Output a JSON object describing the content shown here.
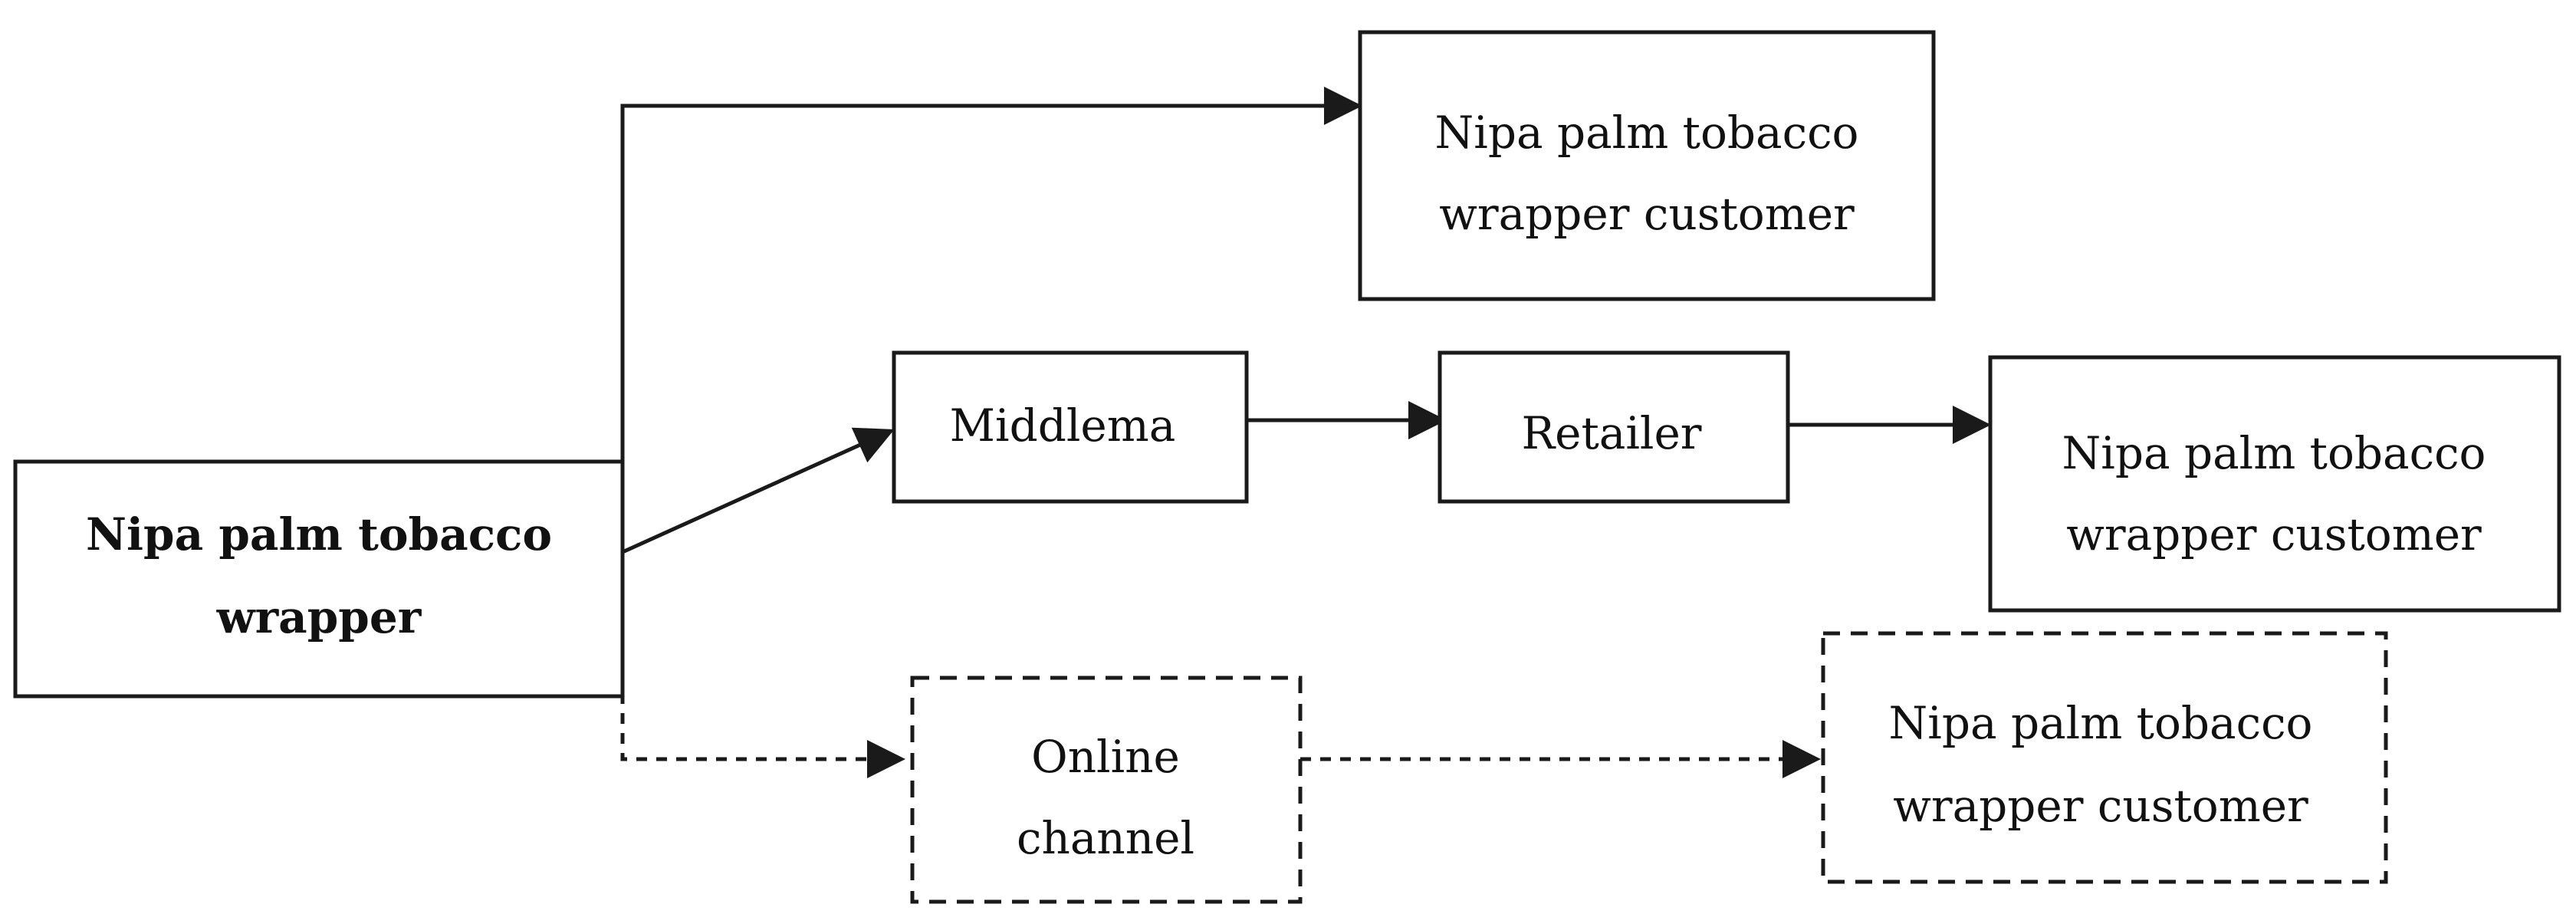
{
  "diagram": {
    "nodes": {
      "source": {
        "line1": "Nipa palm tobacco",
        "line2": "wrapper"
      },
      "direct_customer": {
        "line1": "Nipa palm tobacco",
        "line2": "wrapper customer"
      },
      "middleman": {
        "label": "Middlema"
      },
      "retailer": {
        "label": "Retailer"
      },
      "retail_customer": {
        "line1": "Nipa palm tobacco",
        "line2": "wrapper customer"
      },
      "online_channel": {
        "line1": "Online",
        "line2": "channel"
      },
      "online_customer": {
        "line1": "Nipa palm tobacco",
        "line2": "wrapper customer"
      }
    },
    "edges": [
      {
        "from": "Nipa palm tobacco wrapper",
        "to": "Nipa palm tobacco wrapper customer",
        "style": "solid"
      },
      {
        "from": "Nipa palm tobacco wrapper",
        "to": "Middlema",
        "style": "solid"
      },
      {
        "from": "Middlema",
        "to": "Retailer",
        "style": "solid"
      },
      {
        "from": "Retailer",
        "to": "Nipa palm tobacco wrapper customer",
        "style": "solid"
      },
      {
        "from": "Nipa palm tobacco wrapper",
        "to": "Online channel",
        "style": "dashed"
      },
      {
        "from": "Online channel",
        "to": "Nipa palm tobacco wrapper customer",
        "style": "dashed"
      }
    ]
  }
}
